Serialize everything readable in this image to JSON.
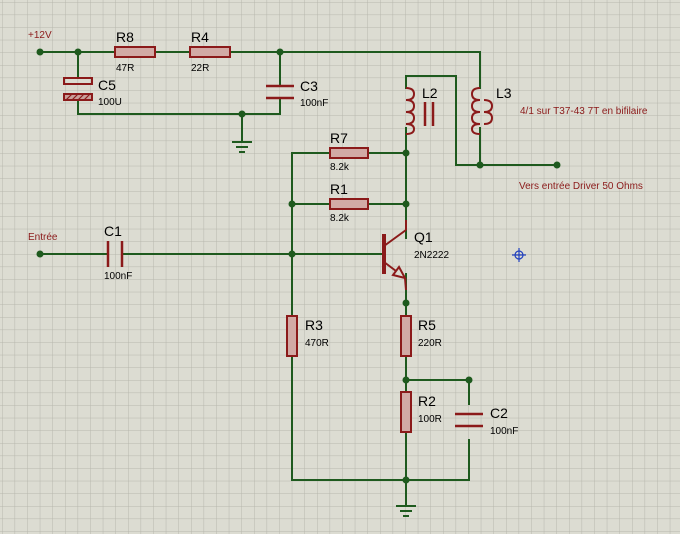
{
  "labels": {
    "vcc": "+12V",
    "input": "Entrée",
    "l3_note": "4/1 sur T37-43   7T en bifilaire",
    "output_note": "Vers entrée Driver 50 Ohms"
  },
  "components": {
    "r8": {
      "ref": "R8",
      "value": "47R"
    },
    "r4": {
      "ref": "R4",
      "value": "22R"
    },
    "c5": {
      "ref": "C5",
      "value": "100U"
    },
    "c3": {
      "ref": "C3",
      "value": "100nF"
    },
    "l2": {
      "ref": "L2"
    },
    "l3": {
      "ref": "L3"
    },
    "r7": {
      "ref": "R7",
      "value": "8.2k"
    },
    "r1": {
      "ref": "R1",
      "value": "8.2k"
    },
    "c1": {
      "ref": "C1",
      "value": "100nF"
    },
    "q1": {
      "ref": "Q1",
      "value": "2N2222"
    },
    "r3": {
      "ref": "R3",
      "value": "470R"
    },
    "r5": {
      "ref": "R5",
      "value": "220R"
    },
    "r2": {
      "ref": "R2",
      "value": "100R"
    },
    "c2": {
      "ref": "C2",
      "value": "100nF"
    }
  }
}
